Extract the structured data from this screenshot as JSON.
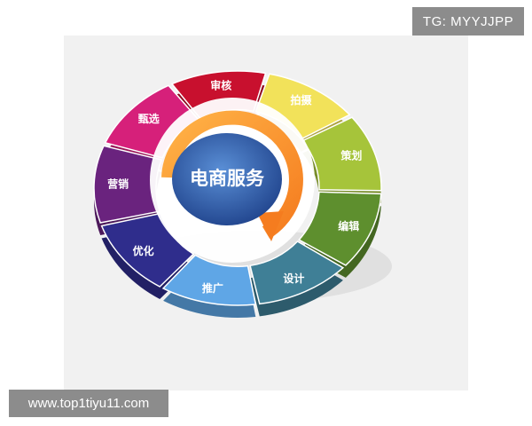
{
  "watermark_top": "TG: MYYJJPP",
  "watermark_bottom": "www.top1tiyu11.com",
  "diagram": {
    "center_label": "电商服务",
    "segments": [
      {
        "name": "segment-shenhe",
        "label": "审核",
        "color": "#c8102e"
      },
      {
        "name": "segment-paishe",
        "label": "拍摄",
        "color": "#f2e25a"
      },
      {
        "name": "segment-cehua",
        "label": "策划",
        "color": "#a6c43a"
      },
      {
        "name": "segment-bianji",
        "label": "编辑",
        "color": "#5e8f2e"
      },
      {
        "name": "segment-sheji",
        "label": "设计",
        "color": "#3f7f96"
      },
      {
        "name": "segment-tuiguang",
        "label": "推广",
        "color": "#5fa6e6"
      },
      {
        "name": "segment-youhua",
        "label": "优化",
        "color": "#2f2d8c"
      },
      {
        "name": "segment-yingxiao",
        "label": "营销",
        "color": "#6a237e"
      },
      {
        "name": "segment-zhenxuan",
        "label": "甄选",
        "color": "#d6207a"
      }
    ]
  }
}
